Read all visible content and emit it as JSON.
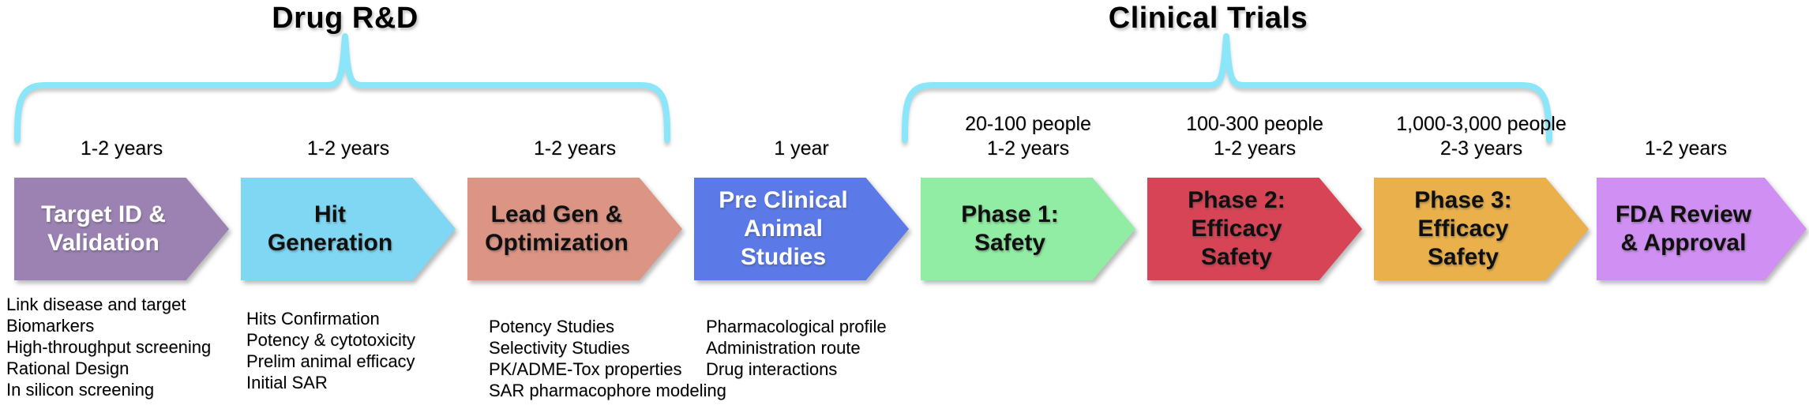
{
  "titles": {
    "drug_rnd": "Drug R&D",
    "clinical_trials": "Clinical Trials"
  },
  "brace": {
    "color": "#8ae6f8"
  },
  "stages": [
    {
      "label": "Target ID &\nValidation",
      "duration": "1-2 years",
      "color": "#9b82b3",
      "text_color": "#ffffff",
      "notes": [
        "Link disease and target",
        "Biomarkers",
        "High-throughput screening",
        "Rational Design",
        "In silicon screening"
      ]
    },
    {
      "label": "Hit\nGeneration",
      "duration": "1-2 years",
      "color": "#7fd7f3",
      "text_color": "#101010",
      "notes": [
        "Hits Confirmation",
        "Potency & cytotoxicity",
        "Prelim animal efficacy",
        "Initial SAR"
      ]
    },
    {
      "label": "Lead Gen &\nOptimization",
      "duration": "1-2 years",
      "color": "#dc9484",
      "text_color": "#101010",
      "notes": [
        "Potency Studies",
        "Selectivity Studies",
        "PK/ADME-Tox properties",
        "SAR pharmacophore modeling"
      ]
    },
    {
      "label": "Pre Clinical\nAnimal\nStudies",
      "duration": "1 year",
      "color": "#5b7ae8",
      "text_color": "#ffffff",
      "notes": [
        "Pharmacological profile",
        "Administration route",
        "Drug interactions"
      ]
    },
    {
      "label": "Phase 1:\nSafety",
      "population": "20-100 people",
      "duration": "1-2 years",
      "color": "#90eda3",
      "text_color": "#101010",
      "notes": []
    },
    {
      "label": "Phase 2:\nEfficacy\nSafety",
      "population": "100-300 people",
      "duration": "1-2 years",
      "color": "#d74456",
      "text_color": "#101010",
      "notes": []
    },
    {
      "label": "Phase 3:\nEfficacy\nSafety",
      "population": "1,000-3,000 people",
      "duration": "2-3 years",
      "color": "#e9b04c",
      "text_color": "#101010",
      "notes": []
    },
    {
      "label": "FDA Review\n& Approval",
      "duration": "1-2 years",
      "color": "#d08ff2",
      "text_color": "#101010",
      "notes": []
    }
  ]
}
